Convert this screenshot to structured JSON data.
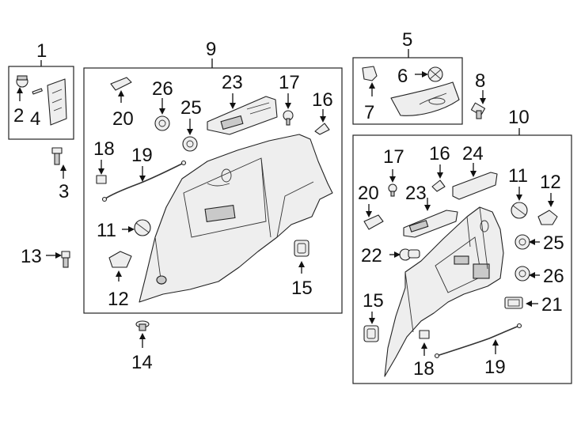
{
  "callouts": {
    "c1": "1",
    "c2": "2",
    "c3": "3",
    "c4": "4",
    "c5": "5",
    "c6": "6",
    "c7": "7",
    "c8": "8",
    "c9": "9",
    "c10": "10",
    "c11_left": "11",
    "c11_right": "11",
    "c12_left": "12",
    "c12_right": "12",
    "c13": "13",
    "c14": "14",
    "c15_left": "15",
    "c15_right": "15",
    "c16_left": "16",
    "c16_right": "16",
    "c17_left": "17",
    "c17_right": "17",
    "c18_left": "18",
    "c18_right": "18",
    "c19_left": "19",
    "c19_right": "19",
    "c20_left": "20",
    "c20_right": "20",
    "c21": "21",
    "c22": "22",
    "c23_left": "23",
    "c23_right": "23",
    "c24": "24",
    "c25_left": "25",
    "c25_right": "25",
    "c26_left": "26",
    "c26_right": "26"
  },
  "colors": {
    "line": "#222222",
    "part_fill": "#eeeeee",
    "part_shade": "#c9c9c9"
  }
}
